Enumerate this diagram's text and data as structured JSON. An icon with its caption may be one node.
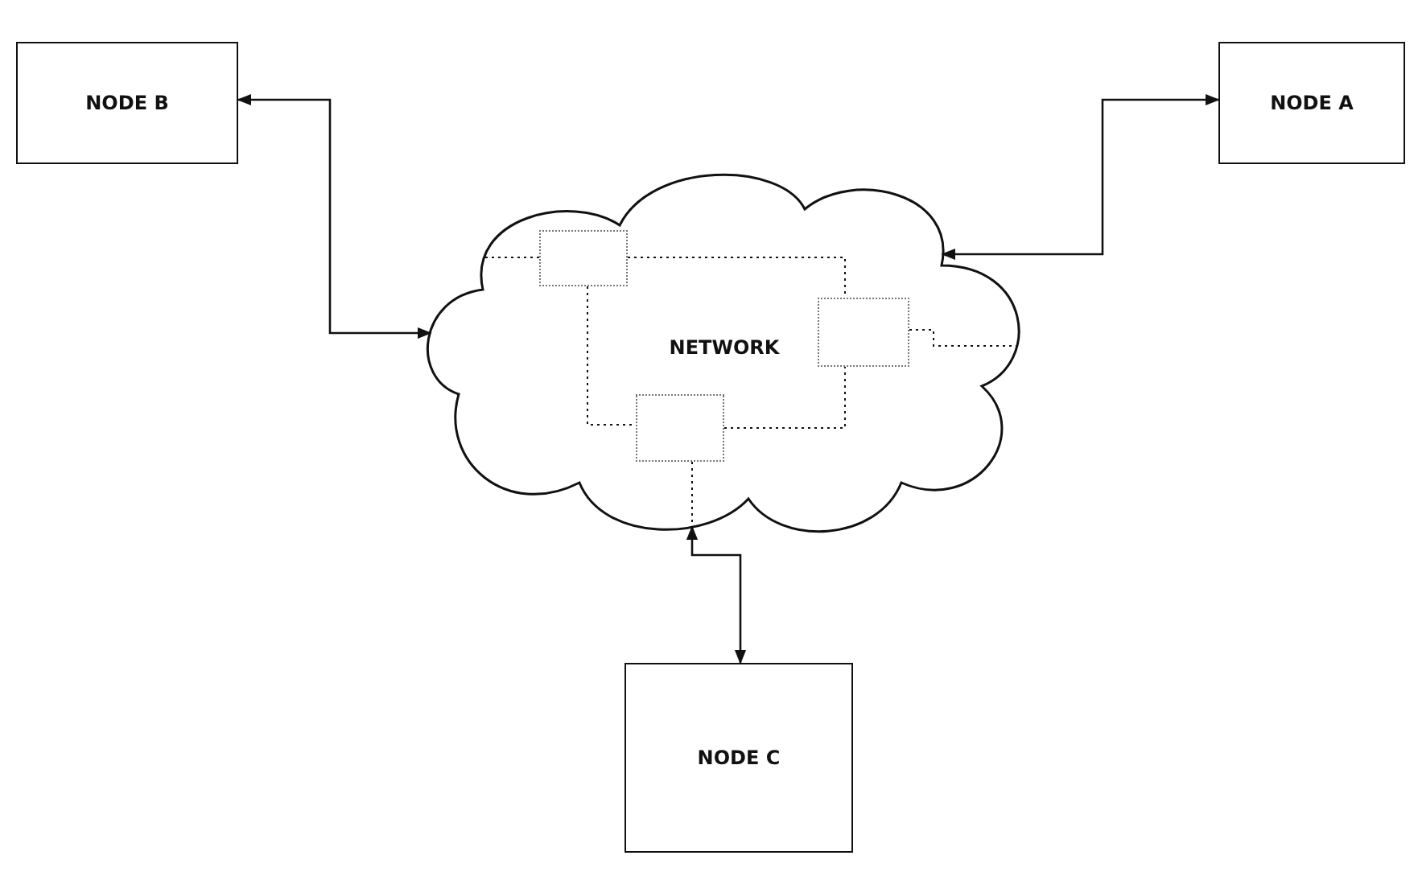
{
  "diagram": {
    "nodes": [
      {
        "text": [
          "NODE B"
        ]
      },
      {
        "text": [
          "NODE A"
        ]
      },
      {
        "text": [
          "NETWORK"
        ]
      },
      {
        "text": [],
        "shape": "box",
        "in": 2
      },
      {
        "text": [],
        "shape": "box",
        "in": 2
      },
      {
        "text": [],
        "shape": "box",
        "in": 2
      },
      {
        "text": [
          "NODE C"
        ]
      }
    ],
    "edges": [
      {
        "from": 0,
        "to": 2,
        "arrow": "both"
      },
      {
        "from": 1,
        "to": 2,
        "arrow": "both"
      },
      {
        "from": 2,
        "to": 6,
        "arrow": "both"
      },
      {
        "from": 3,
        "to": 4,
        "arrow": "none",
        "style": "dashed"
      },
      {
        "from": 3,
        "to": 5,
        "arrow": "none",
        "style": "dashed"
      },
      {
        "from": 5,
        "to": 4,
        "arrow": "none",
        "style": "dashed"
      },
      {
        "from": 3,
        "to": 2,
        "arrow": "none",
        "style": "dashed"
      },
      {
        "from": 4,
        "to": 2,
        "arrow": "none",
        "style": "dashed"
      },
      {
        "from": 5,
        "to": 2,
        "arrow": "none",
        "style": "dashed"
      }
    ]
  }
}
